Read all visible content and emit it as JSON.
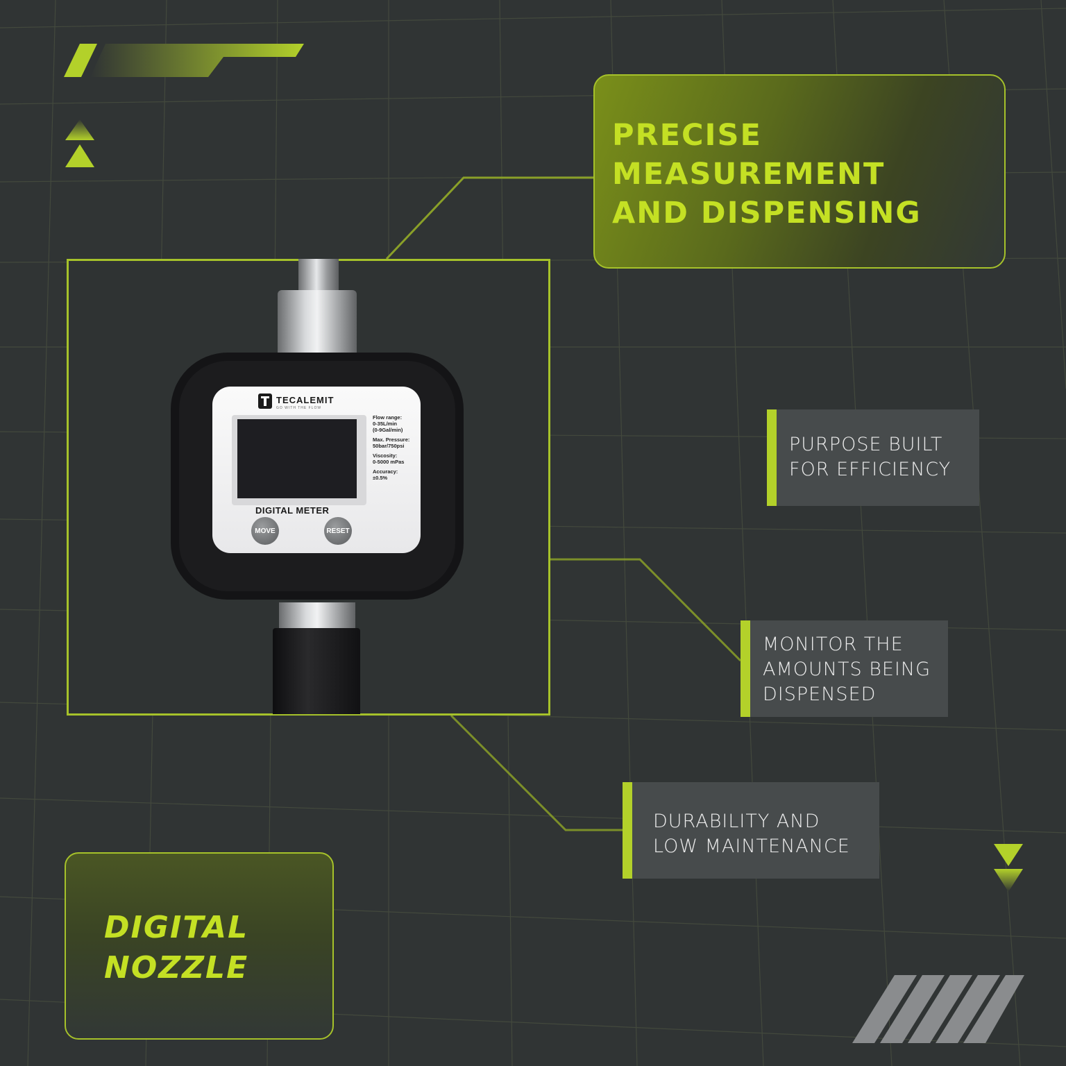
{
  "hero": {
    "title": "PRECISE\nMEASUREMENT\nAND DISPENSING"
  },
  "meter": {
    "brand": "TECALEMIT",
    "tagline": "GO WITH THE FLOW",
    "specs": [
      "Flow range:\n0-35L/min\n(0-9Gal/min)",
      "Max. Pressure:\n50bar/750psi",
      "Viscosity:\n0-5000 mPas",
      "Accuracy:\n±0.5%"
    ],
    "label": "DIGITAL METER",
    "button_move": "MOVE",
    "button_reset": "RESET"
  },
  "features": [
    {
      "text": "PURPOSE BUILT\nFOR EFFICIENCY"
    },
    {
      "text": "MONITOR THE\nAMOUNTS BEING\nDISPENSED"
    },
    {
      "text": "DURABILITY AND\nLOW MAINTENANCE"
    }
  ],
  "product": {
    "name": "DIGITAL\nNOZZLE"
  },
  "colors": {
    "accent": "#b3d12a",
    "background": "#303434",
    "callout": "#474b4c",
    "stripe": "#8a8c8e"
  },
  "icons": [
    "accent-stripe-icon",
    "triangle-up-icon",
    "triangle-down-icon",
    "slash-stripes-icon"
  ]
}
